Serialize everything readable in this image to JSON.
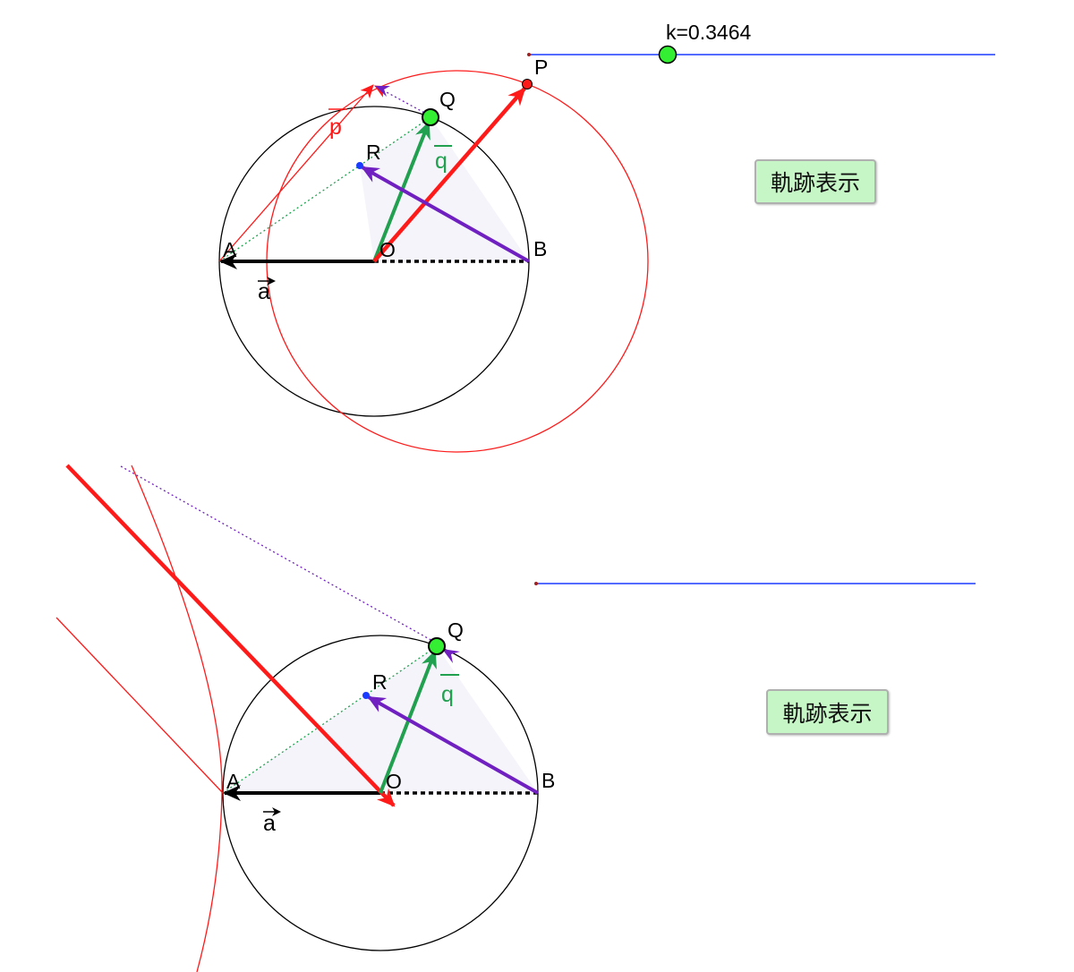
{
  "top": {
    "slider_label": "k=0.3464",
    "slider_value": 0.3464,
    "labels": {
      "A": "A",
      "B": "B",
      "O": "O",
      "P": "P",
      "Q": "Q",
      "R": "R",
      "a": "a",
      "p": "p",
      "q": "q"
    },
    "button": "軌跡表示"
  },
  "bottom": {
    "labels": {
      "A": "A",
      "B": "B",
      "O": "O",
      "Q": "Q",
      "R": "R",
      "a": "a",
      "q": "q"
    },
    "button": "軌跡表示"
  },
  "colors": {
    "red": "#ff1a1a",
    "green": "#21a050",
    "purple": "#7020c0",
    "blue": "#1a3cff",
    "point_green": "#33ee33",
    "button_bg": "#c6f5c6"
  }
}
